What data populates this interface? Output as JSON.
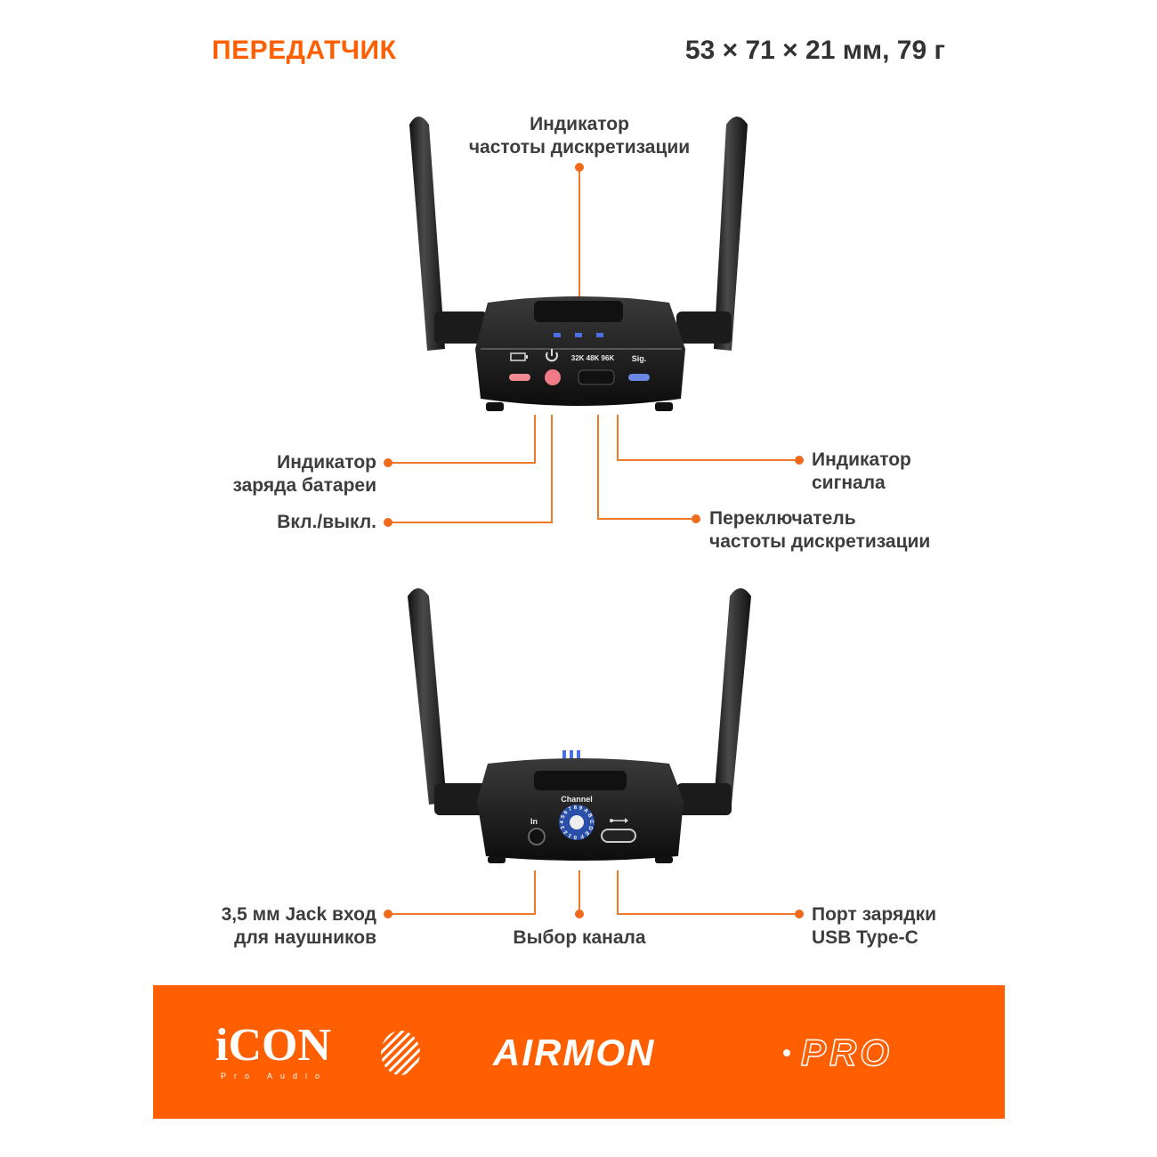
{
  "header": {
    "title": "ПЕРЕДАТЧИК",
    "dimensions": "53 × 71 × 21 мм, 79 г"
  },
  "front_view": {
    "device_labels": {
      "rates": "32K 48K 96K",
      "signal": "Sig."
    },
    "callouts": {
      "sample_rate_indicator": [
        "Индикатор",
        "частоты дискретизации"
      ],
      "battery_indicator": [
        "Индикатор",
        "заряда батареи"
      ],
      "power": [
        "Вкл./выкл."
      ],
      "signal_indicator": [
        "Индикатор",
        "сигнала"
      ],
      "sample_rate_switch": [
        "Переключатель",
        "частоты дискретизации"
      ]
    }
  },
  "back_view": {
    "device_labels": {
      "channel": "Channel",
      "input": "In",
      "dial": "0123456789ABCDEF"
    },
    "callouts": {
      "jack_input": [
        "3,5 мм Jack вход",
        "для наушников"
      ],
      "channel_select": [
        "Выбор канала"
      ],
      "usb_port": [
        "Порт зарядки",
        "USB Type-C"
      ]
    }
  },
  "banner": {
    "brand": "iCON",
    "brand_sub": "Pro Audio",
    "product": "AIRMON",
    "product_suffix": "PRO",
    "color": "#ff5f00"
  },
  "colors": {
    "accent": "#ff5f00",
    "text": "#3d3d3d",
    "led_red": "#f08a93",
    "led_blue": "#6b86e0"
  }
}
